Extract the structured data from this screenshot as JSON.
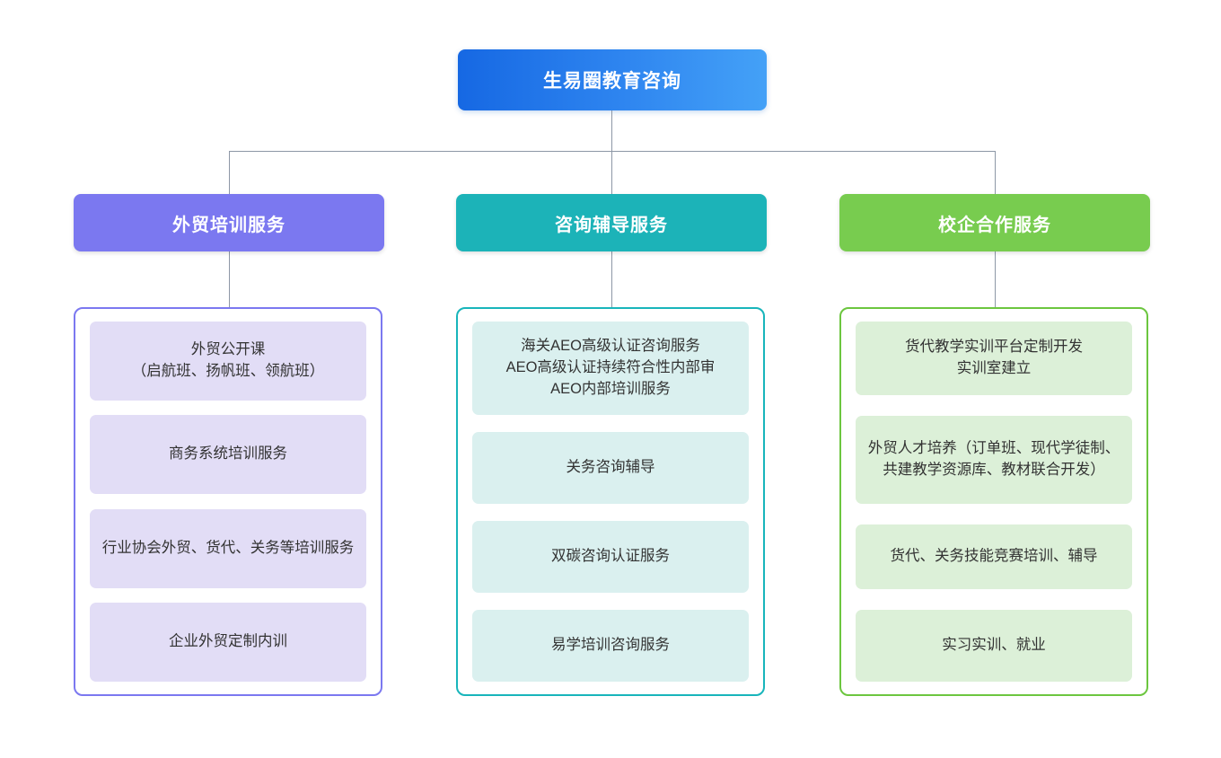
{
  "diagram": {
    "type": "organization-tree",
    "root": {
      "label": "生易圈教育咨询",
      "color": "#1668e3",
      "gradient_to": "#44a1f7"
    },
    "categories": [
      {
        "label": "外贸培训服务",
        "accent": "#7b78f0",
        "card_fill": "#e2ddf6",
        "items": [
          {
            "text": "外贸公开课\n（启航班、扬帆班、领航班）"
          },
          {
            "text": "商务系统培训服务"
          },
          {
            "text": "行业协会外贸、货代、关务等培训服务"
          },
          {
            "text": "企业外贸定制内训"
          }
        ]
      },
      {
        "label": "咨询辅导服务",
        "accent": "#1cb3b8",
        "card_fill": "#daf0ef",
        "items": [
          {
            "text": "海关AEO高级认证咨询服务\nAEO高级认证持续符合性内部审\nAEO内部培训服务"
          },
          {
            "text": "关务咨询辅导"
          },
          {
            "text": "双碳咨询认证服务"
          },
          {
            "text": "易学培训咨询服务"
          }
        ]
      },
      {
        "label": "校企合作服务",
        "accent": "#78cc4f",
        "card_fill": "#dcf0d8",
        "items": [
          {
            "text": "货代教学实训平台定制开发\n实训室建立"
          },
          {
            "text": "外贸人才培养（订单班、现代学徒制、共建教学资源库、教材联合开发）"
          },
          {
            "text": "货代、关务技能竞赛培训、辅导"
          },
          {
            "text": "实习实训、就业"
          }
        ]
      }
    ],
    "connector_color": "#8d97a6"
  }
}
